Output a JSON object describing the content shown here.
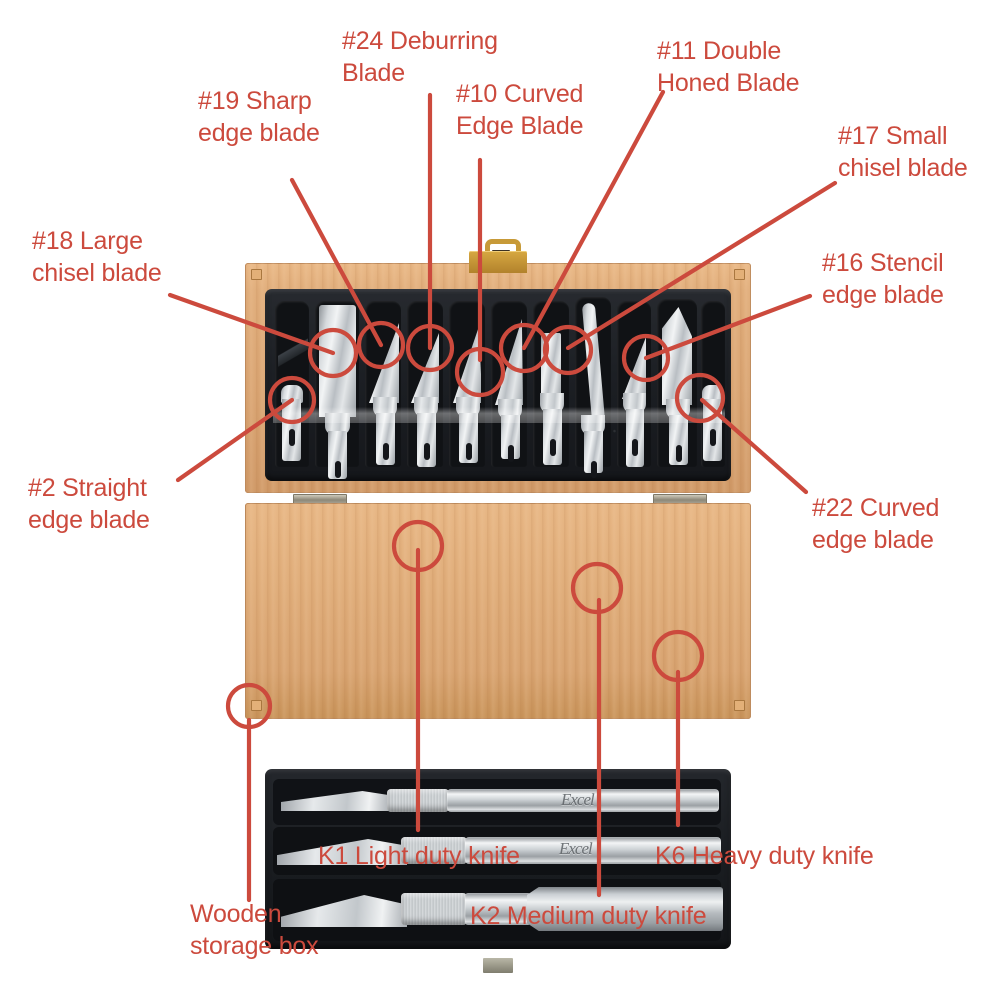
{
  "accent_color": "#cc4a3d",
  "background_color": "#ffffff",
  "diagram": {
    "subject": "Hobby knife and blade set in wooden storage box",
    "annotations": [
      {
        "id": "blade-18",
        "label": "#18 Large\nchisel blade",
        "align": "left"
      },
      {
        "id": "blade-19",
        "label": "#19 Sharp\nedge blade",
        "align": "left"
      },
      {
        "id": "blade-24",
        "label": "#24 Deburring\nBlade",
        "align": "left"
      },
      {
        "id": "blade-10",
        "label": "#10 Curved\nEdge Blade",
        "align": "left"
      },
      {
        "id": "blade-11",
        "label": "#11 Double\nHoned Blade",
        "align": "left"
      },
      {
        "id": "blade-17",
        "label": "#17 Small\nchisel blade",
        "align": "left"
      },
      {
        "id": "blade-16",
        "label": "#16 Stencil\nedge blade",
        "align": "left"
      },
      {
        "id": "blade-22",
        "label": "#22 Curved\nedge blade",
        "align": "left"
      },
      {
        "id": "blade-2",
        "label": "#2 Straight\nedge blade",
        "align": "left"
      },
      {
        "id": "knife-k1",
        "label": "K1 Light duty knife",
        "align": "left"
      },
      {
        "id": "knife-k2",
        "label": "K2 Medium duty knife",
        "align": "left"
      },
      {
        "id": "knife-k6",
        "label": "K6 Heavy duty knife",
        "align": "left"
      },
      {
        "id": "storage-box",
        "label": "Wooden\nstorage box",
        "align": "left"
      }
    ],
    "product": {
      "box_material": "wood",
      "tray_material": "black plastic",
      "blade_count": 13,
      "knife_count": 3,
      "brand_text": "Excel"
    }
  }
}
